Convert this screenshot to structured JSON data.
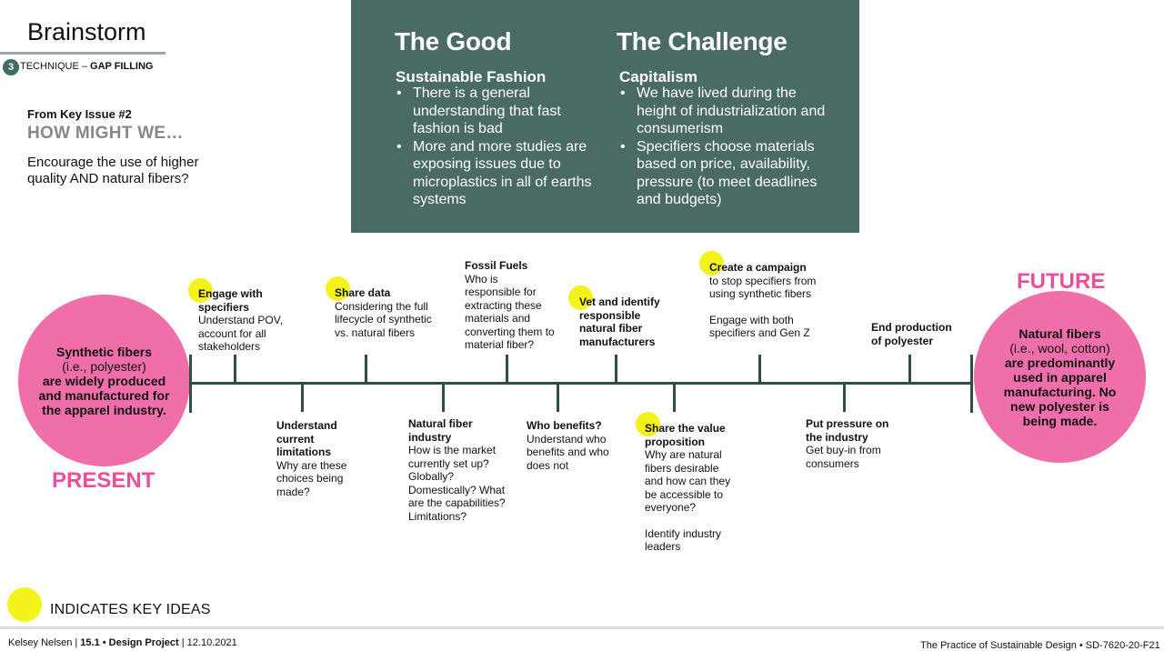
{
  "header": {
    "title": "Brainstorm",
    "step_number": "3",
    "technique_prefix": "TECHNIQUE – ",
    "technique_name": "GAP FILLING"
  },
  "prompt": {
    "key_issue": "From Key Issue #2",
    "hmw": "HOW MIGHT WE…",
    "question": "Encourage the use of higher quality AND natural fibers?"
  },
  "panel": {
    "good": {
      "heading": "The Good",
      "subheading": "Sustainable Fashion",
      "bullets": [
        "There is a general understanding that fast fashion is bad",
        "More and more studies are exposing issues due to microplastics in all of earths systems"
      ]
    },
    "challenge": {
      "heading": "The Challenge",
      "subheading": "Capitalism",
      "bullets": [
        "We have lived during the height of industrialization and consumerism",
        "Specifiers choose materials based on price, availability, pressure (to meet deadlines and budgets)"
      ]
    }
  },
  "present": {
    "label": "PRESENT",
    "line1": "Synthetic fibers",
    "line2": "(i.e., polyester)",
    "line3": "are widely produced and manufactured for the apparel industry."
  },
  "future": {
    "label": "FUTURE",
    "line1": "Natural fibers",
    "line2": "(i.e., wool, cotton)",
    "line3": "are predominantly used in apparel manufacturing. No new polyester is being made."
  },
  "ideas": {
    "engage": {
      "title": "Engage with specifiers",
      "desc": "Understand POV, account for all stakeholders",
      "key": true
    },
    "limitations": {
      "title": "Understand current limitations",
      "desc": "Why are these choices being made?",
      "key": false
    },
    "share_data": {
      "title": "Share data",
      "desc": "Considering the full lifecycle of synthetic vs. natural fibers",
      "key": true
    },
    "natural_industry": {
      "title": "Natural fiber industry",
      "desc": "How is the market currently set up? Globally? Domestically? What are the capabilities? Limitations?",
      "key": false
    },
    "fossil": {
      "title": "Fossil Fuels",
      "desc": "Who is responsible for extracting these materials and converting them to material fiber?",
      "key": false
    },
    "who_benefits": {
      "title": "Who benefits?",
      "desc": "Understand who benefits and who does not",
      "key": false
    },
    "vet": {
      "title": "Vet and identify responsible natural fiber manufacturers",
      "desc": "",
      "key": true
    },
    "value_prop": {
      "title": "Share the value proposition",
      "desc": "Why are natural fibers desirable and how can they be accessible to everyone?",
      "desc2": "Identify industry leaders",
      "key": true
    },
    "campaign": {
      "title": "Create a campaign",
      "desc": "to stop specifiers from using synthetic fibers",
      "desc2": "Engage with both specifiers and Gen Z",
      "key": true
    },
    "pressure": {
      "title": "Put pressure on the industry",
      "desc": "Get buy-in from consumers",
      "key": false
    },
    "end_poly": {
      "title": "End production of polyester",
      "desc": "",
      "key": false
    }
  },
  "legend": {
    "text": "INDICATES KEY IDEAS"
  },
  "footer": {
    "author": "Kelsey Nelsen | ",
    "project": "15.1 • Design Project",
    "date": " | 12.10.2021",
    "course": "The Practice of Sustainable Design • SD-7620-20-F21"
  },
  "colors": {
    "panel": "#4a6b63",
    "axis": "#2e4d45",
    "pink": "#f06ea9",
    "key_dot": "#f3f21b"
  }
}
